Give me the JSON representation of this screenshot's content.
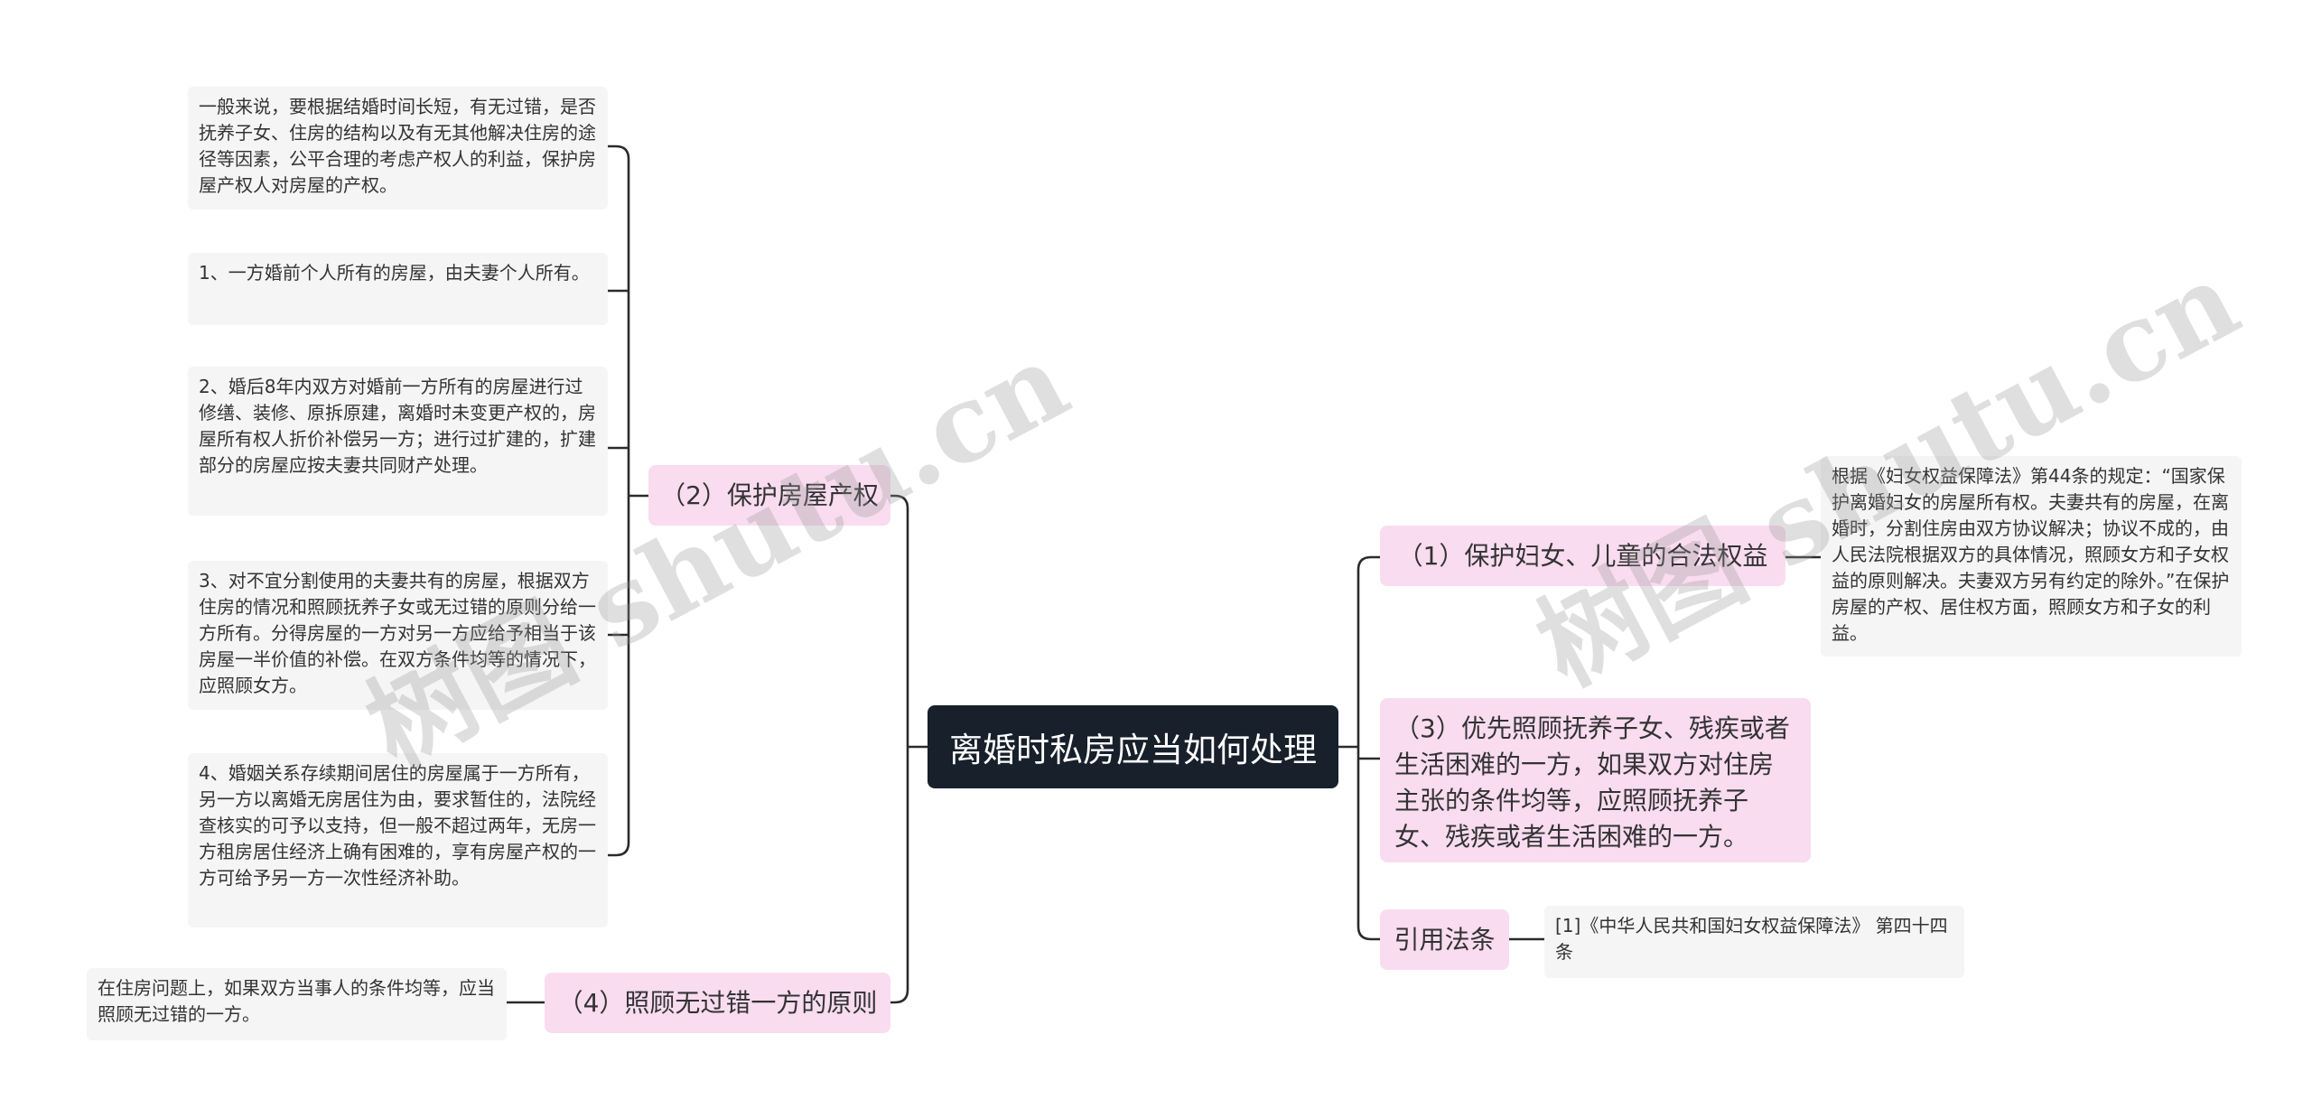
{
  "root": {
    "label": "离婚时私房应当如何处理"
  },
  "left_branches": [
    {
      "label": "（2）保护房屋产权",
      "children": [
        "一般来说，要根据结婚时间长短，有无过错，是否抚养子女、住房的结构以及有无其他解决住房的途径等因素，公平合理的考虑产权人的利益，保护房屋产权人对房屋的产权。",
        "1、一方婚前个人所有的房屋，由夫妻个人所有。",
        "2、婚后8年内双方对婚前一方所有的房屋进行过修缮、装修、原拆原建，离婚时未变更产权的，房屋所有权人折价补偿另一方；进行过扩建的，扩建部分的房屋应按夫妻共同财产处理。",
        "3、对不宜分割使用的夫妻共有的房屋，根据双方住房的情况和照顾抚养子女或无过错的原则分给一方所有。分得房屋的一方对另一方应给予相当于该房屋一半价值的补偿。在双方条件均等的情况下，应照顾女方。",
        "4、婚姻关系存续期间居住的房屋属于一方所有，另一方以离婚无房居住为由，要求暂住的，法院经查核实的可予以支持，但一般不超过两年，无房一方租房居住经济上确有困难的，享有房屋产权的一方可给予另一方一次性经济补助。"
      ]
    },
    {
      "label": "（4）照顾无过错一方的原则",
      "children": [
        "在住房问题上，如果双方当事人的条件均等，应当照顾无过错的一方。"
      ]
    }
  ],
  "right_branches": [
    {
      "label": "（1）保护妇女、儿童的合法权益",
      "children": [
        "根据《妇女权益保障法》第44条的规定：“国家保护离婚妇女的房屋所有权。夫妻共有的房屋，在离婚时，分割住房由双方协议解决；协议不成的，由人民法院根据双方的具体情况，照顾女方和子女权益的原则解决。夫妻双方另有约定的除外。”在保护房屋的产权、居住权方面，照顾女方和子女的利益。"
      ]
    },
    {
      "label": "（3）优先照顾抚养子女、残疾或者生活困难的一方，如果双方对住房主张的条件均等，应照顾抚养子女、残疾或者生活困难的一方。",
      "children": []
    },
    {
      "label": "引用法条",
      "children": [
        "[1]《中华人民共和国妇女权益保障法》 第四十四条"
      ]
    }
  ],
  "watermarks": [
    "树图 shutu.cn",
    "树图 shutu.cn"
  ],
  "colors": {
    "root_bg": "#17202b",
    "branch_bg": "#f9dcf0",
    "leaf_bg": "#f5f5f5",
    "line": "#2b2b2b"
  }
}
